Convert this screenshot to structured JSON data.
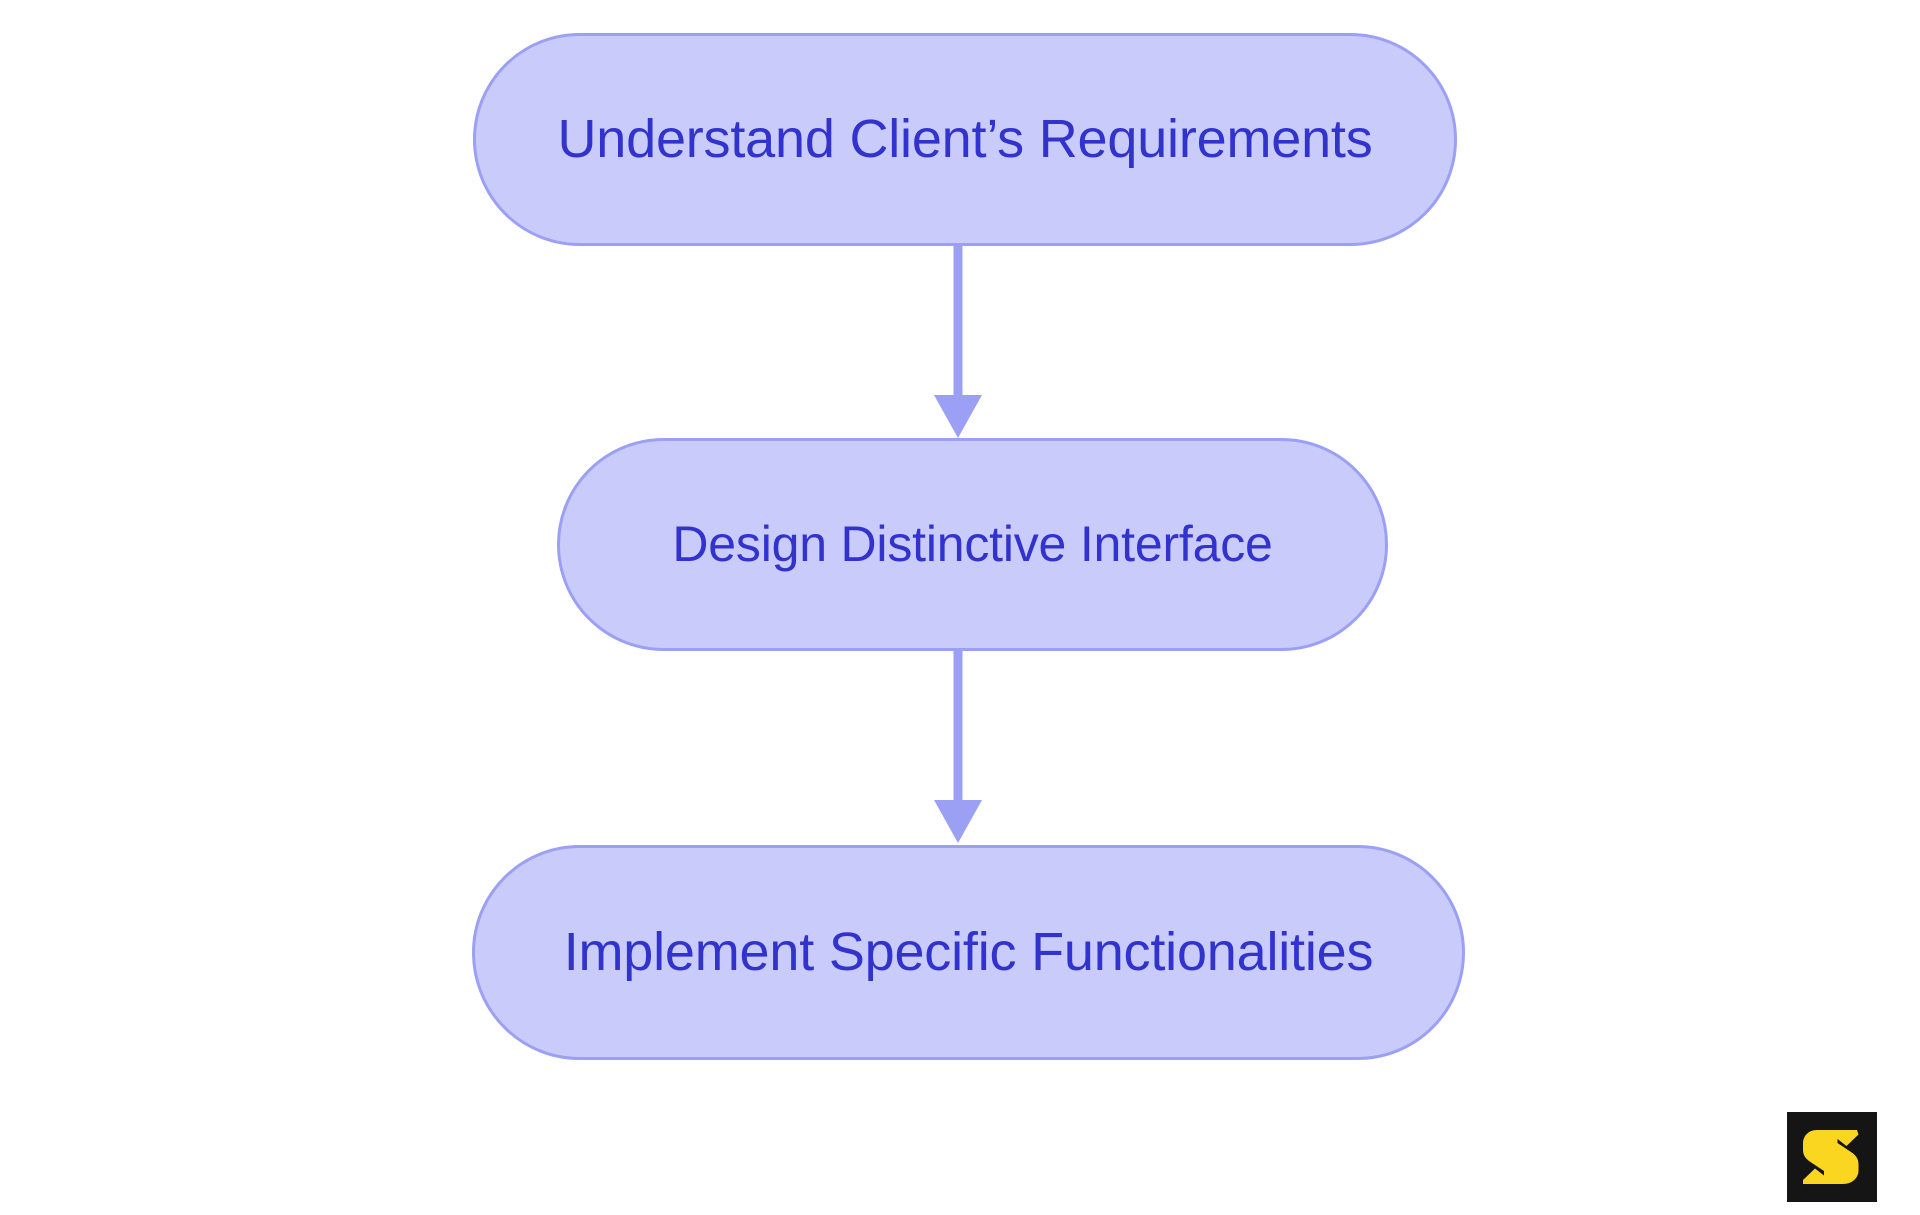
{
  "diagram": {
    "type": "flowchart",
    "orientation": "vertical",
    "background_color": "#FFFFFF",
    "node_fill_color": "#C9CBFB",
    "node_border_color": "#9BA0F5",
    "node_text_color": "#3233CC",
    "connector_color": "#9BA0F5",
    "nodes": [
      {
        "id": "step-1",
        "label": "Understand Client’s Requirements",
        "shape": "rounded-pill"
      },
      {
        "id": "step-2",
        "label": "Design Distinctive Interface",
        "shape": "rounded-pill"
      },
      {
        "id": "step-3",
        "label": "Implement Specific Functionalities",
        "shape": "rounded-pill"
      }
    ],
    "edges": [
      {
        "id": "edge-1",
        "from": "step-1",
        "to": "step-2",
        "arrow": "down-arrow"
      },
      {
        "id": "edge-2",
        "from": "step-2",
        "to": "step-3",
        "arrow": "down-arrow"
      }
    ]
  },
  "logo": {
    "name": "s-monogram",
    "letter": "S",
    "background_color": "#151515",
    "mark_color": "#FAD621"
  }
}
